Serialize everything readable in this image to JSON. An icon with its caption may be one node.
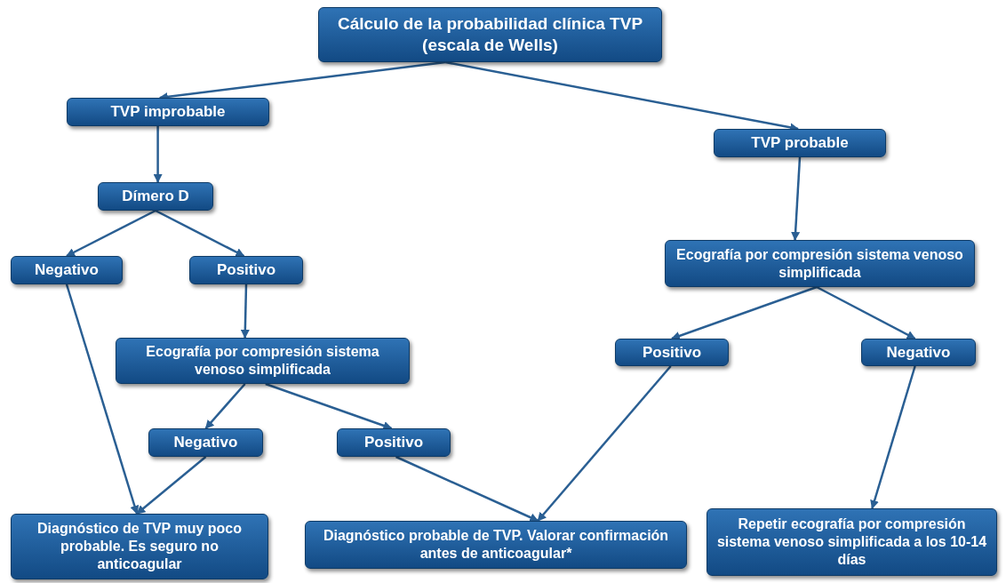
{
  "diagram": {
    "nodes": [
      {
        "text": [
          "Cálculo de la probabilidad clínica TVP (escala de Wells)"
        ]
      },
      {
        "text": [
          "TVP improbable"
        ]
      },
      {
        "text": [
          "TVP probable"
        ]
      },
      {
        "text": [
          "Dímero D"
        ]
      },
      {
        "text": [
          "Negativo"
        ]
      },
      {
        "text": [
          "Positivo"
        ]
      },
      {
        "text": [
          "Ecografía por compresión sistema venoso simplificada"
        ]
      },
      {
        "text": [
          "Ecografía por compresión sistema venoso simplificada"
        ]
      },
      {
        "text": [
          "Positivo"
        ]
      },
      {
        "text": [
          "Negativo"
        ]
      },
      {
        "text": [
          "Negativo"
        ]
      },
      {
        "text": [
          "Positivo"
        ]
      },
      {
        "text": [
          "Diagnóstico de TVP muy poco probable. Es seguro no anticoagular"
        ]
      },
      {
        "text": [
          "Diagnóstico probable de TVP. Valorar confirmación antes de anticoagular*"
        ]
      },
      {
        "text": [
          "Repetir ecografía por compresión sistema venoso simplificada a los 10-14 días"
        ]
      }
    ],
    "edges": [
      {
        "from": 0,
        "to": 1,
        "arrow": "to"
      },
      {
        "from": 0,
        "to": 2,
        "arrow": "to"
      },
      {
        "from": 1,
        "to": 3,
        "arrow": "to"
      },
      {
        "from": 3,
        "to": 4,
        "arrow": "to"
      },
      {
        "from": 3,
        "to": 5,
        "arrow": "to"
      },
      {
        "from": 5,
        "to": 7,
        "arrow": "to"
      },
      {
        "from": 4,
        "to": 12,
        "arrow": "to"
      },
      {
        "from": 7,
        "to": 10,
        "arrow": "to"
      },
      {
        "from": 7,
        "to": 11,
        "arrow": "to"
      },
      {
        "from": 10,
        "to": 12,
        "arrow": "to"
      },
      {
        "from": 11,
        "to": 13,
        "arrow": "to"
      },
      {
        "from": 8,
        "to": 13,
        "arrow": "to"
      },
      {
        "from": 2,
        "to": 6,
        "arrow": "to"
      },
      {
        "from": 6,
        "to": 8,
        "arrow": "to"
      },
      {
        "from": 6,
        "to": 9,
        "arrow": "to"
      },
      {
        "from": 9,
        "to": 14,
        "arrow": "to"
      }
    ]
  }
}
